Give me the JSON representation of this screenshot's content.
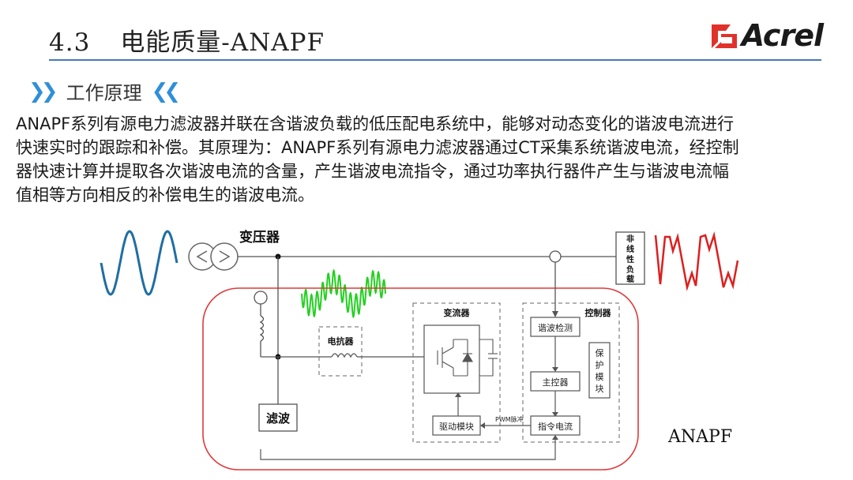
{
  "header": {
    "section_number": "4.3",
    "title": "电能质量-ANAPF",
    "logo_text": "Acrel",
    "accent_color": "#4a78b8",
    "logo_red": "#e0322a"
  },
  "section": {
    "heading": "工作原理",
    "chevron_left": "》",
    "chevron_right": "《"
  },
  "paragraph": {
    "lines": [
      "ANAPF系列有源电力滤波器并联在含谐波负载的低压配电系统中，能够对动态变化的谐波电流进行",
      "快速实时的跟踪和补偿。其原理为：ANAPF系列有源电力滤波器通过CT采集系统谐波电流，经控制",
      "器快速计算并提取各次谐波电流的含量，产生谐波电流指令，通过功率执行器件产生与谐波电流幅",
      "值相等方向相反的补偿电生的谐波电流。"
    ]
  },
  "diagram": {
    "transformer_label": "变压器",
    "load_label": [
      "非",
      "线",
      "性",
      "负",
      "载"
    ],
    "reactor_label": "电抗器",
    "converter_label": "变流器",
    "controller_label": "控制器",
    "filter_label": "滤波",
    "harmonic_detect_label": "谐波检测",
    "main_controller_label": "主控器",
    "protect_label": [
      "保",
      "护",
      "模",
      "块"
    ],
    "command_current_label": "指令电流",
    "drive_module_label": "驱动模块",
    "pwm_label": "PWM脉冲",
    "anapf_label": "ANAPF",
    "colors": {
      "sine_wave": "#1f6ea3",
      "harmonic_wave": "#22d020",
      "distorted_wave": "#dd1f1f",
      "anapf_border": "#e03a3a",
      "line": "#555555"
    }
  }
}
